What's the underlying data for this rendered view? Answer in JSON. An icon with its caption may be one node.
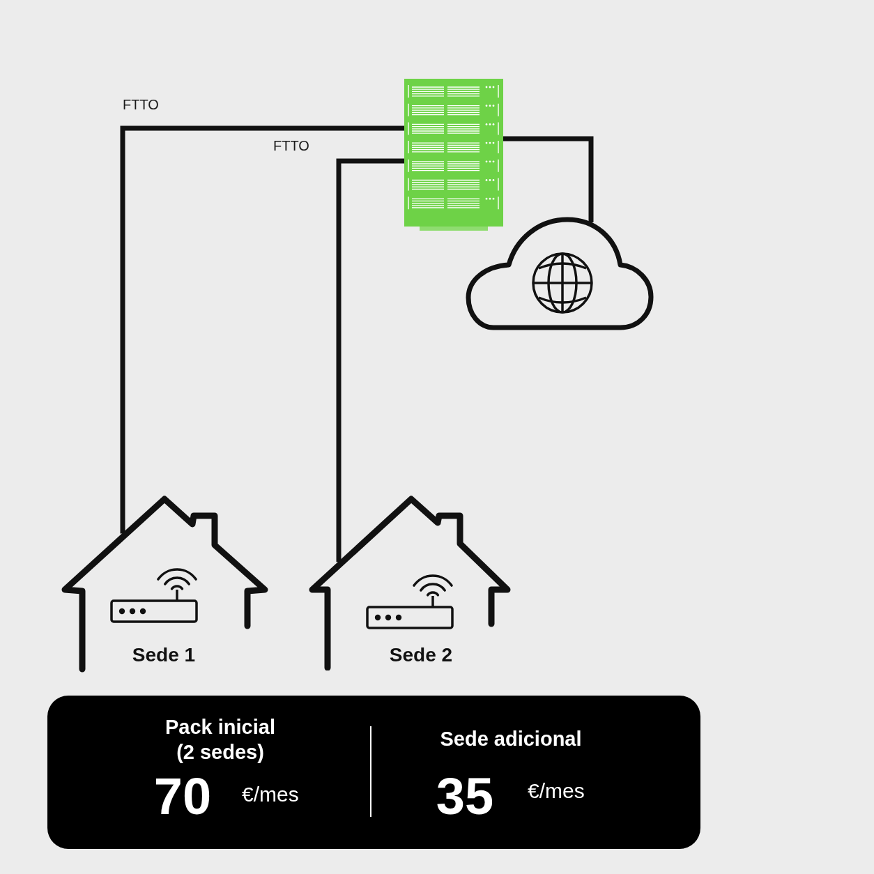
{
  "diagram": {
    "nodes": [
      {
        "text": [],
        "shape": "picture"
      },
      {
        "text": [],
        "shape": "cloud"
      },
      {
        "text": [
          "Sede 1"
        ]
      },
      {
        "text": [
          "Sede 2"
        ]
      },
      {
        "text": [
          "Pack inicial (2 sedes)",
          "70",
          "€/mes",
          "Sede adicional",
          "35",
          "€/mes"
        ]
      }
    ],
    "edges": [
      {
        "from": 2,
        "to": 0,
        "arrow": "none",
        "label": "FTTO"
      },
      {
        "from": 3,
        "to": 0,
        "arrow": "none",
        "label": "FTTO"
      },
      {
        "from": 0,
        "to": 1,
        "arrow": "none"
      }
    ]
  }
}
